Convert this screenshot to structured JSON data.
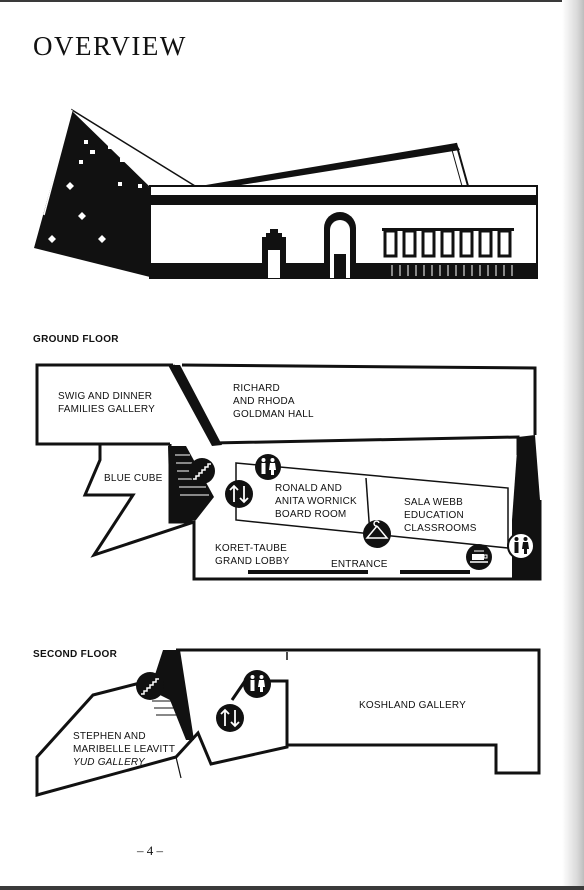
{
  "page": {
    "title": "OVERVIEW",
    "page_number": "– 4 –"
  },
  "ground_floor": {
    "heading": "GROUND FLOOR",
    "rooms": {
      "swig": [
        "SWIG AND DINNER",
        "FAMILIES GALLERY"
      ],
      "goldman": [
        "RICHARD",
        "AND RHODA",
        "GOLDMAN HALL"
      ],
      "blue_cube": "BLUE CUBE",
      "wornick": [
        "RONALD AND",
        "ANITA WORNICK",
        "BOARD ROOM"
      ],
      "sala": [
        "SALA WEBB",
        "EDUCATION",
        "CLASSROOMS"
      ],
      "lobby": [
        "KORET-TAUBE",
        "GRAND LOBBY"
      ],
      "entrance": "ENTRANCE"
    },
    "icons": [
      "stairs-icon",
      "elevator-icon",
      "restroom-icon",
      "coat-check-icon",
      "cafe-icon",
      "restroom-icon"
    ]
  },
  "second_floor": {
    "heading": "SECOND FLOOR",
    "rooms": {
      "koshland": "KOSHLAND GALLERY",
      "leavitt": [
        "STEPHEN AND",
        "MARIBELLE LEAVITT"
      ],
      "yud": "YUD GALLERY"
    },
    "icons": [
      "stairs-icon",
      "restroom-icon",
      "elevator-icon"
    ]
  }
}
